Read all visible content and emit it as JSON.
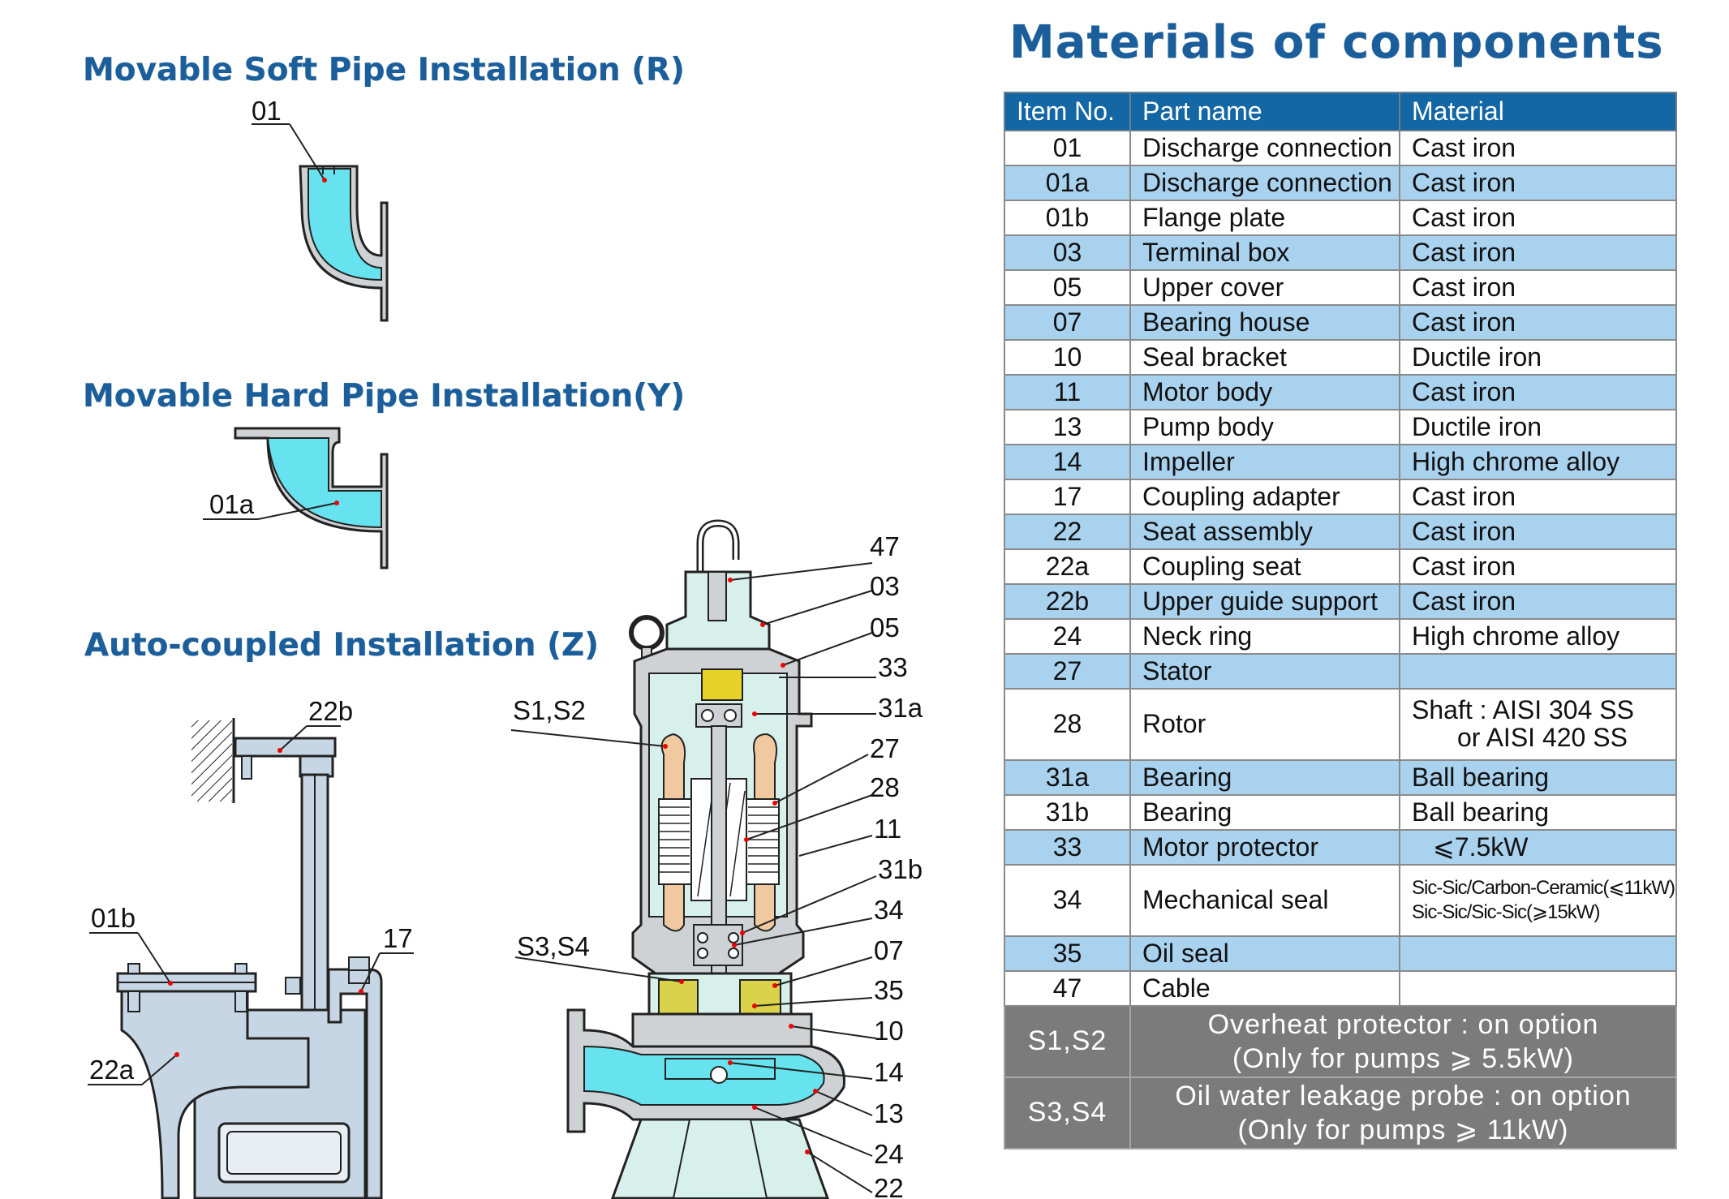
{
  "headings": {
    "main_title": "Materials of components",
    "soft_pipe": "Movable Soft Pipe Installation (R)",
    "hard_pipe": "Movable Hard Pipe  Installation(Y)",
    "auto_coupled": "Auto-coupled Installation (Z)"
  },
  "table": {
    "headers": [
      "Item No.",
      "Part name",
      "Material"
    ],
    "rows": [
      {
        "no": "01",
        "name": "Discharge connection",
        "material": "Cast iron"
      },
      {
        "no": "01a",
        "name": "Discharge connection",
        "material": "Cast iron"
      },
      {
        "no": "01b",
        "name": "Flange plate",
        "material": "Cast iron"
      },
      {
        "no": "03",
        "name": "Terminal box",
        "material": "Cast iron"
      },
      {
        "no": "05",
        "name": "Upper cover",
        "material": "Cast iron"
      },
      {
        "no": "07",
        "name": "Bearing house",
        "material": "Cast iron"
      },
      {
        "no": "10",
        "name": "Seal bracket",
        "material": "Ductile iron"
      },
      {
        "no": "11",
        "name": "Motor body",
        "material": "Cast iron"
      },
      {
        "no": "13",
        "name": "Pump body",
        "material": "Ductile iron"
      },
      {
        "no": "14",
        "name": "Impeller",
        "material": "High chrome alloy"
      },
      {
        "no": "17",
        "name": "Coupling adapter",
        "material": "Cast iron"
      },
      {
        "no": "22",
        "name": "Seat assembly",
        "material": "Cast iron"
      },
      {
        "no": "22a",
        "name": "Coupling seat",
        "material": "Cast iron"
      },
      {
        "no": "22b",
        "name": "Upper guide support",
        "material": "Cast iron"
      },
      {
        "no": "24",
        "name": "Neck ring",
        "material": "High chrome alloy"
      },
      {
        "no": "27",
        "name": "Stator",
        "material": ""
      },
      {
        "no": "28",
        "name": "Rotor",
        "material_line1": "Shaft : AISI 304 SS",
        "material_line2": "or  AISI 420 SS"
      },
      {
        "no": "31a",
        "name": "Bearing",
        "material": "Ball bearing"
      },
      {
        "no": "31b",
        "name": "Bearing",
        "material": "Ball bearing"
      },
      {
        "no": "33",
        "name": "Motor protector",
        "material": "⩽7.5kW"
      },
      {
        "no": "34",
        "name": "Mechanical seal",
        "material_line1": "Sic-Sic/Carbon-Ceramic(⩽11kW)",
        "material_line2": "Sic-Sic/Sic-Sic(⩾15kW)"
      },
      {
        "no": "35",
        "name": "Oil seal",
        "material": ""
      },
      {
        "no": "47",
        "name": "Cable",
        "material": ""
      }
    ],
    "options": [
      {
        "no": "S1,S2",
        "line1": "Overheat protector : on option",
        "line2": "(Only for pumps  ⩾  5.5kW)"
      },
      {
        "no": "S3,S4",
        "line1": "Oil water leakage probe : on option",
        "line2": "(Only for pumps  ⩾  11kW)"
      }
    ]
  },
  "labels": {
    "r_01": "01",
    "y_01a": "01a",
    "z_22b": "22b",
    "z_01b": "01b",
    "z_17": "17",
    "z_22a": "22a",
    "p_47": "47",
    "p_03": "03",
    "p_05": "05",
    "p_33": "33",
    "p_s1s2": "S1,S2",
    "p_31a": "31a",
    "p_27": "27",
    "p_28": "28",
    "p_11": "11",
    "p_31b": "31b",
    "p_34": "34",
    "p_s3s4": "S3,S4",
    "p_07": "07",
    "p_35": "35",
    "p_10": "10",
    "p_14": "14",
    "p_13": "13",
    "p_24": "24",
    "p_22": "22"
  },
  "colors": {
    "heading": "#1a5f9c",
    "table_header": "#1467a5",
    "row_alt": "#a9d2ef",
    "option_row": "#7b7b7b",
    "water": "#66e3ee",
    "casing": "#cfd2d4",
    "motor_fill": "#d8f0ec",
    "oil": "#d9d24a",
    "guide_rail": "#c6d6e4"
  }
}
